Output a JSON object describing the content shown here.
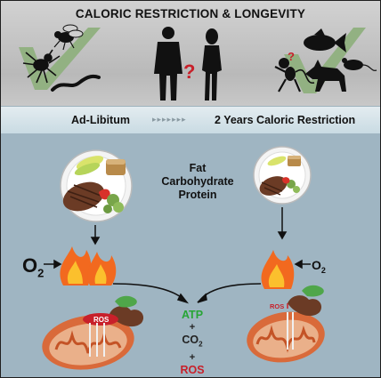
{
  "title": "CALORIC RESTRICTION & LONGEVITY",
  "band": {
    "left_label": "Ad-Libitum",
    "right_label": "2 Years Caloric Restriction",
    "arrows": "▸▸▸▸▸▸▸"
  },
  "macros": {
    "fat": "Fat",
    "carbohydrate": "Carbohydrate",
    "protein": "Protein"
  },
  "oxygen": {
    "left": "O",
    "left_sub": "2",
    "right": "O",
    "right_sub": "2"
  },
  "outputs": {
    "atp": "ATP",
    "plus1": "+",
    "co2": "CO",
    "co2_sub": "2",
    "plus2": "+",
    "ros": "ROS"
  },
  "mito_labels": {
    "left": "ROS",
    "right": "ROS"
  },
  "question_marks": {
    "humans": "?",
    "monkey": "?"
  },
  "colors": {
    "green_check": "#8fb07e",
    "ros_red": "#c8202a",
    "atp_green": "#27a535",
    "mito_orange": "#d96a3a",
    "flame_orange": "#f2691f",
    "background_lower": "#9fb5c2"
  }
}
